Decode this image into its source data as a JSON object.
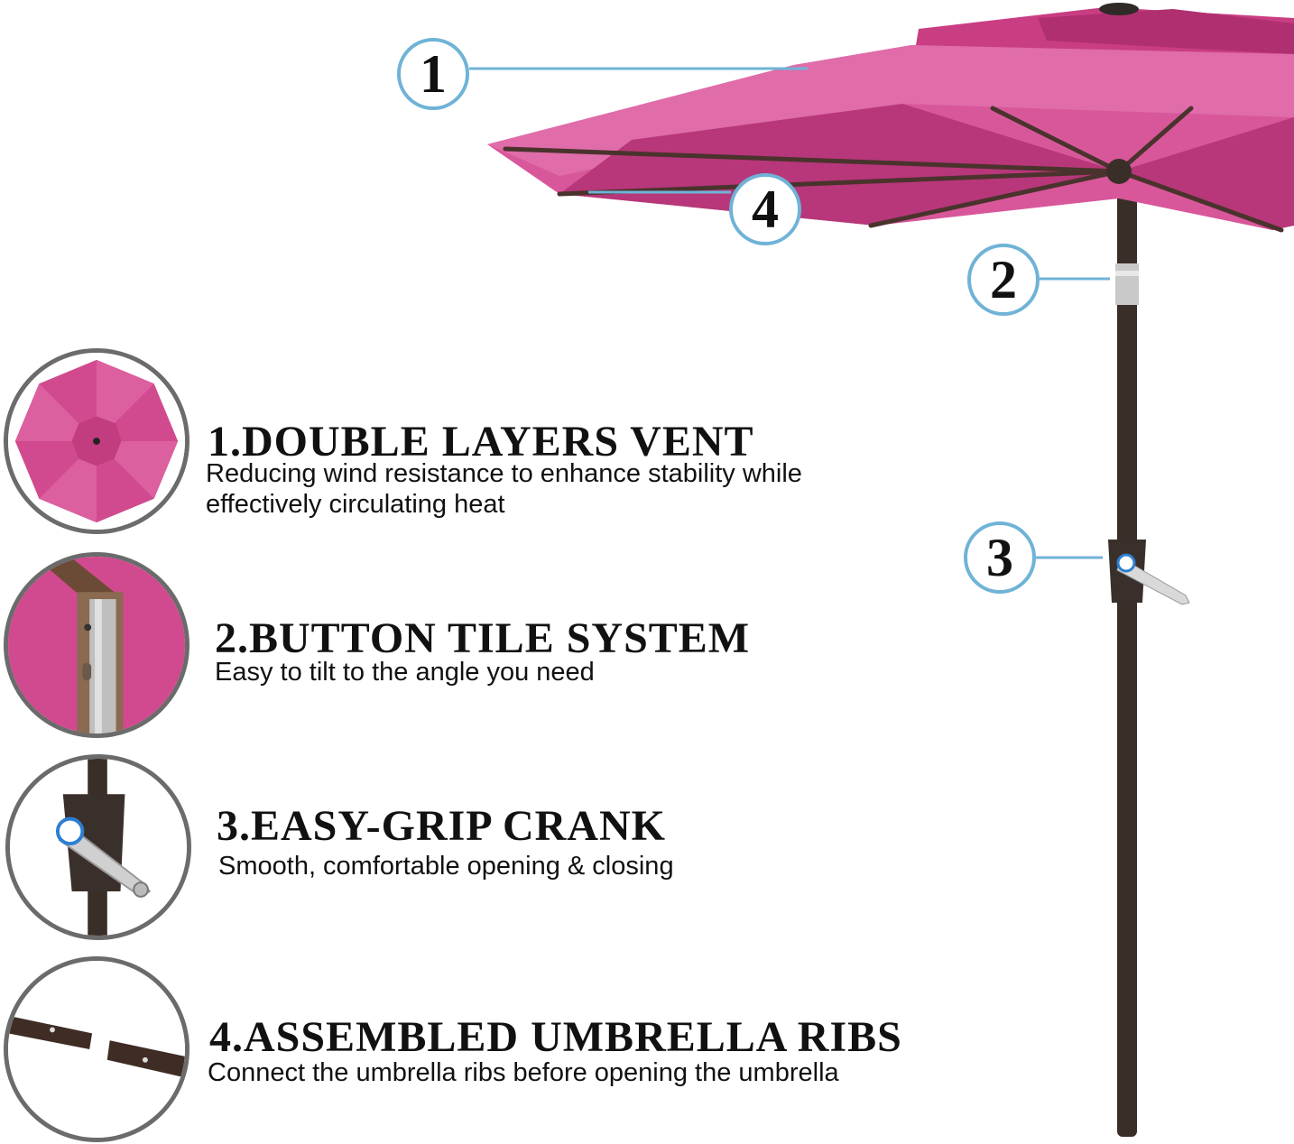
{
  "callouts": [
    "1",
    "2",
    "3",
    "4"
  ],
  "features": [
    {
      "title": "1.DOUBLE LAYERS VENT",
      "desc_line1": "Reducing wind resistance to enhance stability while",
      "desc_line2": "effectively circulating heat"
    },
    {
      "title": "2.BUTTON TILE SYSTEM",
      "desc_line1": "Easy to tilt to the angle you need"
    },
    {
      "title": "3.EASY-GRIP CRANK",
      "desc_line1": "Smooth, comfortable opening & closing"
    },
    {
      "title": "4.ASSEMBLED UMBRELLA RIBS",
      "desc_line1": "Connect the umbrella ribs before opening the umbrella"
    }
  ],
  "colors": {
    "canopy": "#d14a8f",
    "canopy_dark": "#a8306c",
    "pole": "#3a2e28",
    "callout_ring": "#6fb3d6",
    "thumb_ring": "#6b6b6b"
  }
}
